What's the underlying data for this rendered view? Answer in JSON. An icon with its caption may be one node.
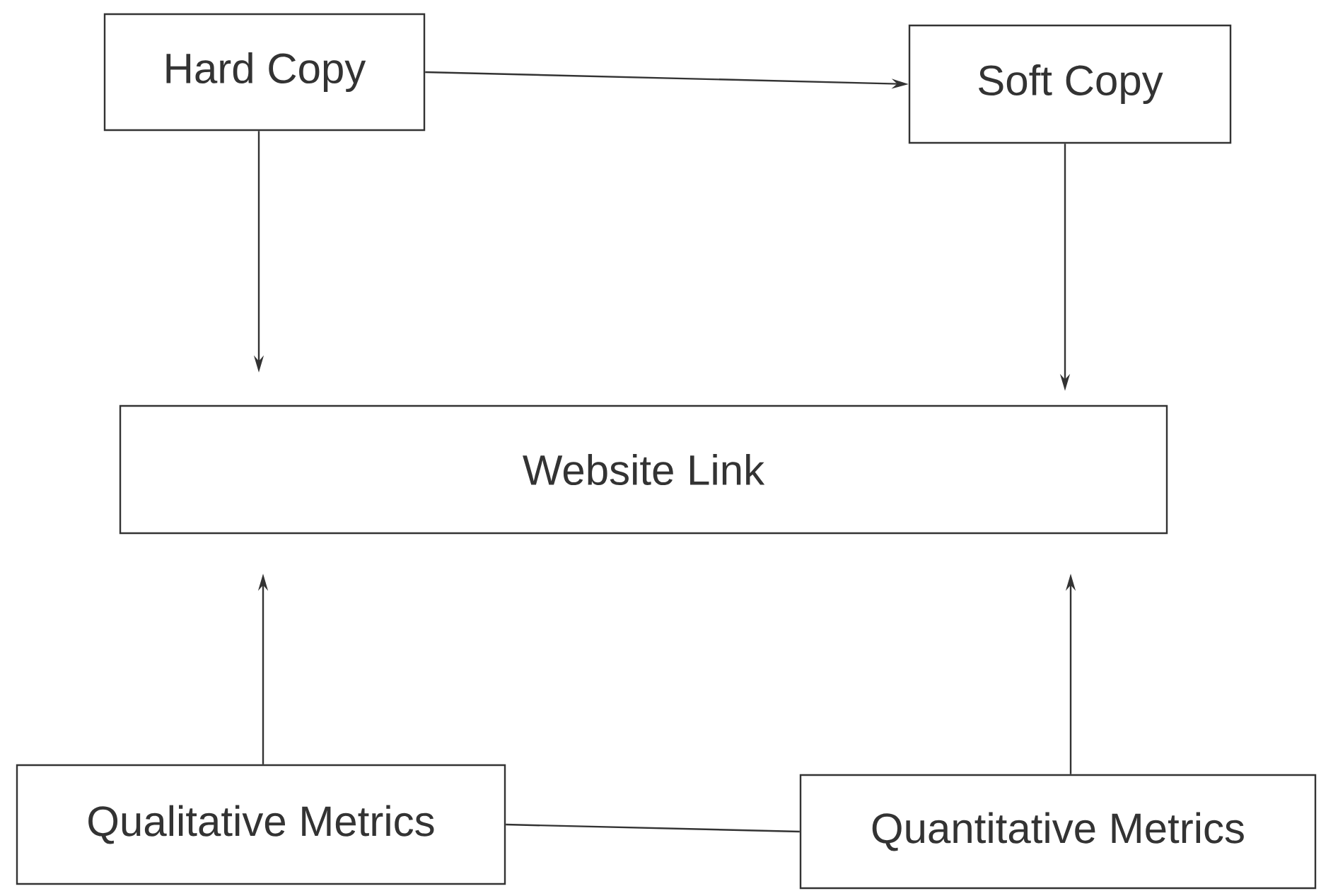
{
  "diagram": {
    "nodes": [
      {
        "text": [
          "Hard Copy"
        ]
      },
      {
        "text": [
          "Soft Copy"
        ]
      },
      {
        "text": [
          "Website Link"
        ]
      },
      {
        "text": [
          "Qualitative Metrics"
        ]
      },
      {
        "text": [
          "Quantitative  Metrics"
        ]
      }
    ],
    "edges": [
      {
        "from": 0,
        "to": 1,
        "arrow": "to"
      },
      {
        "from": 0,
        "to": 2,
        "arrow": "to"
      },
      {
        "from": 1,
        "to": 2,
        "arrow": "to"
      },
      {
        "from": 3,
        "to": 2,
        "arrow": "to"
      },
      {
        "from": 4,
        "to": 2,
        "arrow": "to"
      },
      {
        "from": 3,
        "to": 4,
        "arrow": "none"
      }
    ]
  }
}
